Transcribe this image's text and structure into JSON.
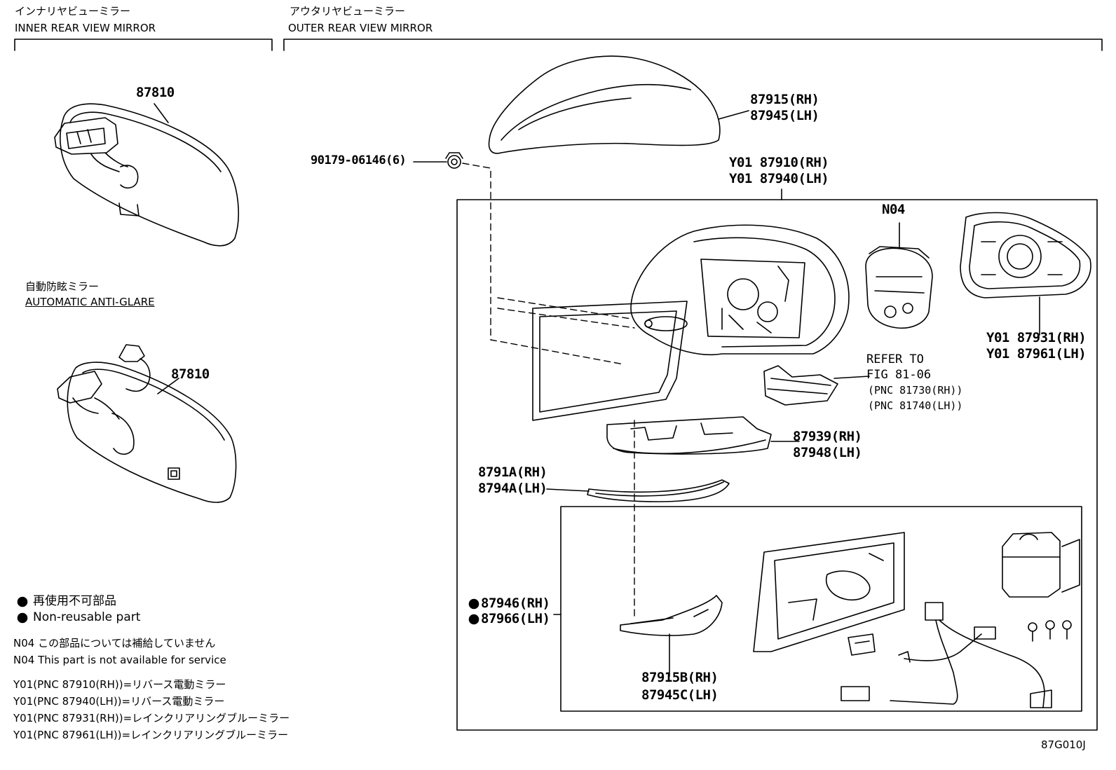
{
  "sections": {
    "inner": {
      "title_jp": "インナリヤビューミラー",
      "title_en": "INNER REAR VIEW MIRROR"
    },
    "outer": {
      "title_jp": "アウタリヤビューミラー",
      "title_en": "OUTER REAR VIEW MIRROR"
    },
    "antiglare": {
      "title_jp": "自動防眩ミラー",
      "title_en": "AUTOMATIC ANTI-GLARE"
    }
  },
  "parts": {
    "inner_mirror_1": "87810",
    "inner_mirror_2": "87810",
    "cover_rh": "87915(RH)",
    "cover_lh": "87945(LH)",
    "nut": "90179-06146(6)",
    "assy_rh": "Y01 87910(RH)",
    "assy_lh": "Y01 87940(LH)",
    "n04": "N04",
    "glass_rh": "Y01 87931(RH)",
    "glass_lh": "Y01 87961(LH)",
    "refer_1": "REFER TO",
    "refer_2": "FIG 81-06",
    "refer_3": "(PNC 81730(RH))",
    "refer_4": "(PNC 81740(LH))",
    "lamp_rh": "87939(RH)",
    "lamp_lh": "87948(LH)",
    "trim_rh": "8791A(RH)",
    "trim_lh": "8794A(LH)",
    "housing_rh": "87946(RH)",
    "housing_lh": "87966(LH)",
    "lower_rh": "87915B(RH)",
    "lower_lh": "87945C(LH)"
  },
  "legend": {
    "nonreusable_jp": "再使用不可部品",
    "nonreusable_en": "Non-reusable part",
    "n04_jp": "N04 この部品については補給していません",
    "n04_en": "N04 This part is not available for service",
    "y01_1": "Y01(PNC 87910(RH))=リバース電動ミラー",
    "y01_2": "Y01(PNC 87940(LH))=リバース電動ミラー",
    "y01_3": "Y01(PNC 87931(RH))=レインクリアリングブルーミラー",
    "y01_4": "Y01(PNC 87961(LH))=レインクリアリングブルーミラー"
  },
  "figure_id": "87G010J"
}
